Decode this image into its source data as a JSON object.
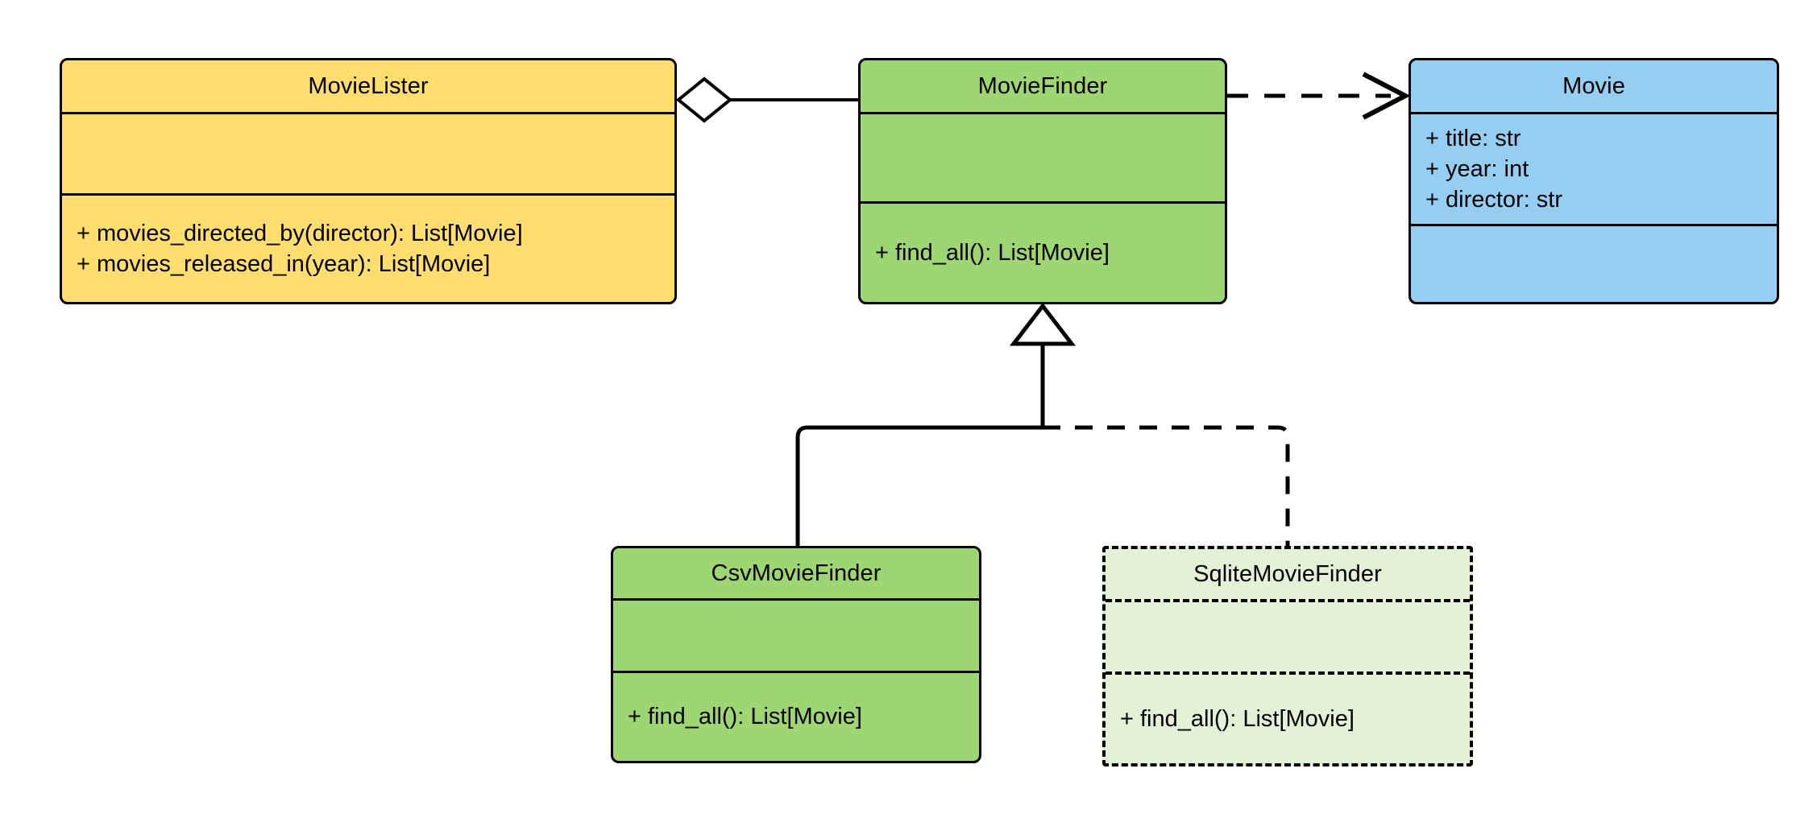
{
  "diagram": {
    "kind": "uml-class-diagram",
    "title": "",
    "background": "#ffffff",
    "line_color": "#000000"
  },
  "palette": {
    "yellow": "#ffdd6e",
    "green": "#9fd674",
    "blue": "#96cef2",
    "pale_green": "#e3f1d6",
    "stroke": "#000000"
  },
  "classes": [
    {
      "id": "movie-lister",
      "name": "MovieLister",
      "fill": "#ffdd6e",
      "style": "solid",
      "attributes": [],
      "methods": [
        "+ movies_directed_by(director): List[Movie]",
        "+ movies_released_in(year): List[Movie]"
      ]
    },
    {
      "id": "movie-finder",
      "name": "MovieFinder",
      "fill": "#9fd674",
      "style": "solid",
      "attributes": [],
      "methods": [
        "+ find_all(): List[Movie]"
      ]
    },
    {
      "id": "movie",
      "name": "Movie",
      "fill": "#96cef2",
      "style": "solid",
      "attributes": [
        "+ title: str",
        "+ year: int",
        "+ director: str"
      ],
      "methods": []
    },
    {
      "id": "csv-movie-finder",
      "name": "CsvMovieFinder",
      "fill": "#9fd674",
      "style": "solid",
      "attributes": [],
      "methods": [
        "+ find_all(): List[Movie]"
      ]
    },
    {
      "id": "sqlite-movie-finder",
      "name": "SqliteMovieFinder",
      "fill": "#e3f1d6",
      "style": "dashed",
      "attributes": [],
      "methods": [
        "+ find_all(): List[Movie]"
      ]
    }
  ],
  "relationships": [
    {
      "id": "lister-aggregates-finder",
      "type": "aggregation",
      "source": "MovieLister",
      "target": "MovieFinder",
      "line": "solid",
      "marker": "hollow-diamond"
    },
    {
      "id": "finder-depends-on-movie",
      "type": "dependency",
      "source": "MovieFinder",
      "target": "Movie",
      "line": "dashed",
      "marker": "open-arrow"
    },
    {
      "id": "csv-inherits-finder",
      "type": "generalization",
      "source": "CsvMovieFinder",
      "target": "MovieFinder",
      "line": "solid",
      "marker": "hollow-triangle"
    },
    {
      "id": "sqlite-inherits-finder",
      "type": "generalization",
      "source": "SqliteMovieFinder",
      "target": "MovieFinder",
      "line": "dashed",
      "marker": "hollow-triangle"
    }
  ]
}
